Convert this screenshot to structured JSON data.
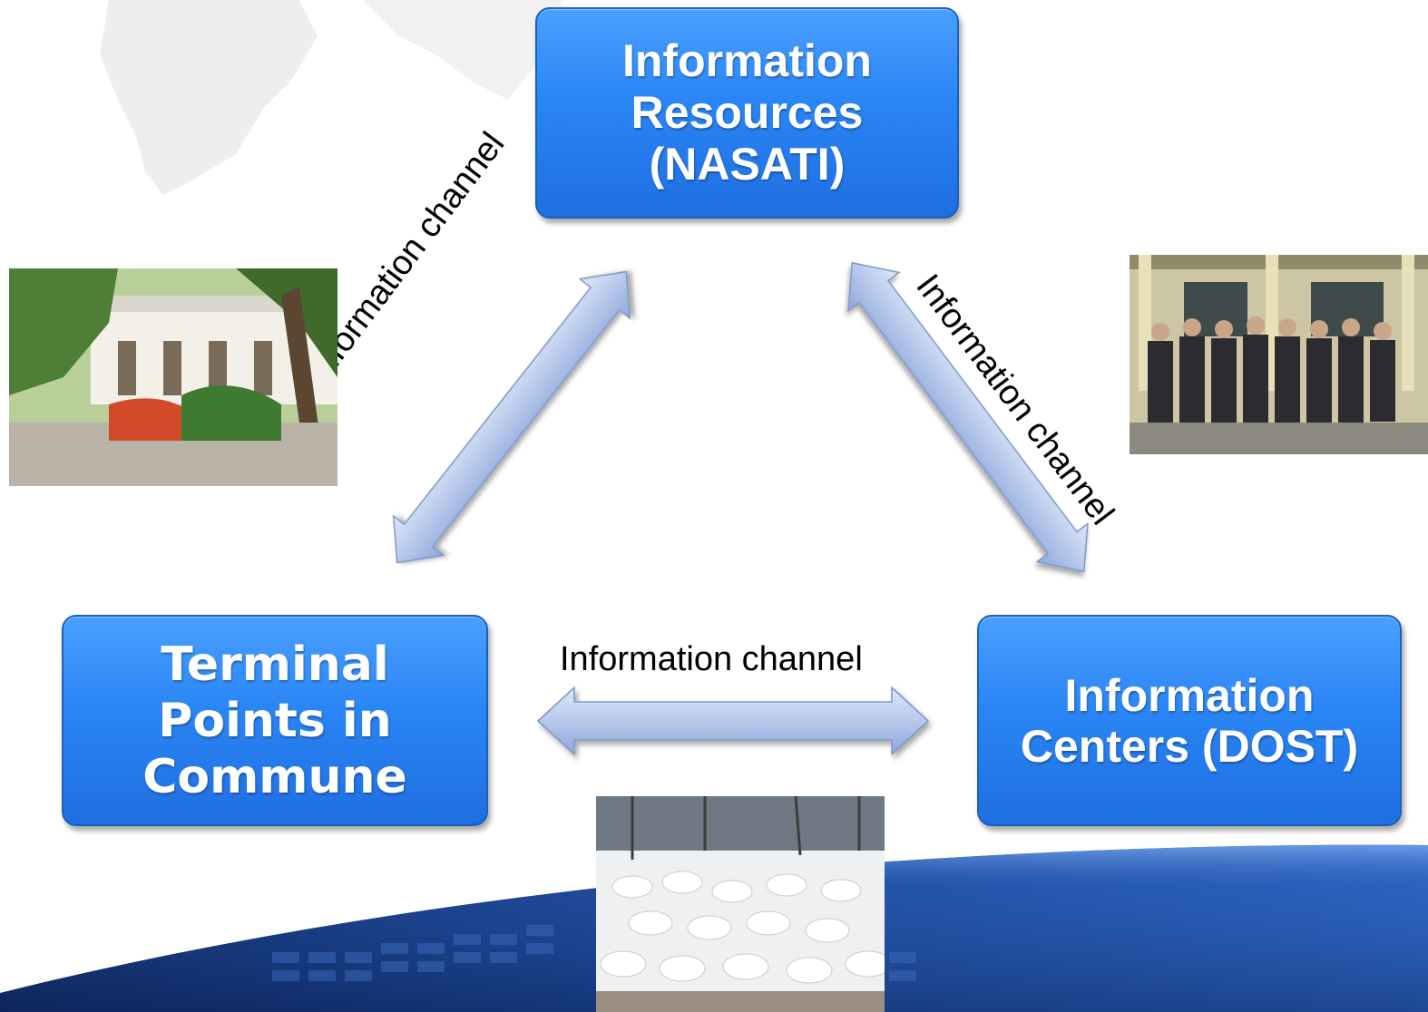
{
  "nodes": {
    "top": [
      "Information",
      "Resources",
      "(NASATI)"
    ],
    "left": [
      "Terminal",
      "Points in",
      "Commune"
    ],
    "right": [
      "Information",
      "Centers (DOST)"
    ]
  },
  "edges": {
    "left": "Information channel",
    "right": "Information channel",
    "bottom": "Information channel"
  },
  "colors": {
    "node_fill": "#2a85f5",
    "arrow_fill": "#a9bde6",
    "banner": "#1d3f86"
  }
}
